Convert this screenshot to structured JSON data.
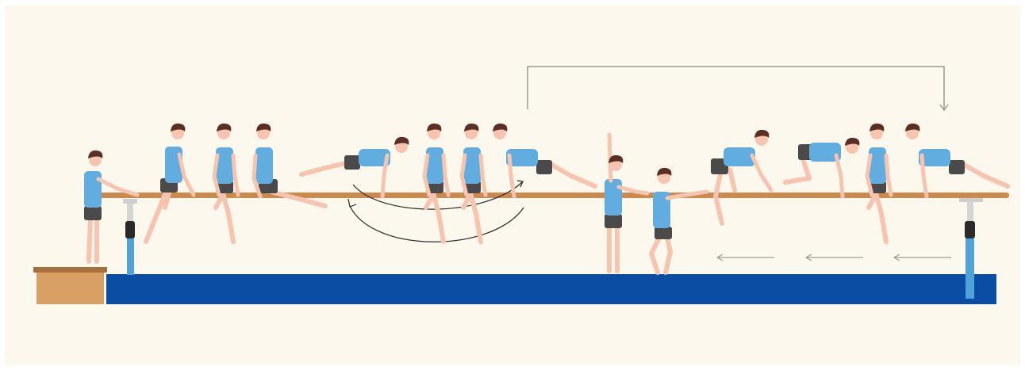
{
  "scene": {
    "background_color": "#fdf8ee",
    "bar_color": "#cd8a4f",
    "mat_color": "#0a4ea3",
    "box_color": "#d9a066",
    "post_color": "#4fa3d9",
    "skin_color": "#f7c4b0",
    "shirt_color": "#62ade0",
    "shorts_color": "#4a4a4a",
    "hair_color": "#5a2f24",
    "arrow_color": "#8f8f8f"
  },
  "figures": [
    {
      "name": "gymnast-standing-start",
      "pose": "stand-hold"
    },
    {
      "name": "gymnast-front-support-1",
      "pose": "support-straddle"
    },
    {
      "name": "gymnast-front-support-2",
      "pose": "support-hang"
    },
    {
      "name": "gymnast-sit-on-bar",
      "pose": "sit"
    },
    {
      "name": "gymnast-plank-left",
      "pose": "plank-left"
    },
    {
      "name": "gymnast-turn-1",
      "pose": "support-hang"
    },
    {
      "name": "gymnast-turn-2",
      "pose": "support-hang"
    },
    {
      "name": "gymnast-plank-right",
      "pose": "plank-right"
    },
    {
      "name": "gymnast-arm-raised",
      "pose": "stand-raise"
    },
    {
      "name": "gymnast-reach-bar",
      "pose": "crouch-reach"
    },
    {
      "name": "gymnast-jump-on",
      "pose": "jump-on"
    },
    {
      "name": "gymnast-crawl-on-bar",
      "pose": "crawl"
    },
    {
      "name": "gymnast-support-end",
      "pose": "support-hang"
    },
    {
      "name": "gymnast-plank-end",
      "pose": "plank-right"
    }
  ]
}
